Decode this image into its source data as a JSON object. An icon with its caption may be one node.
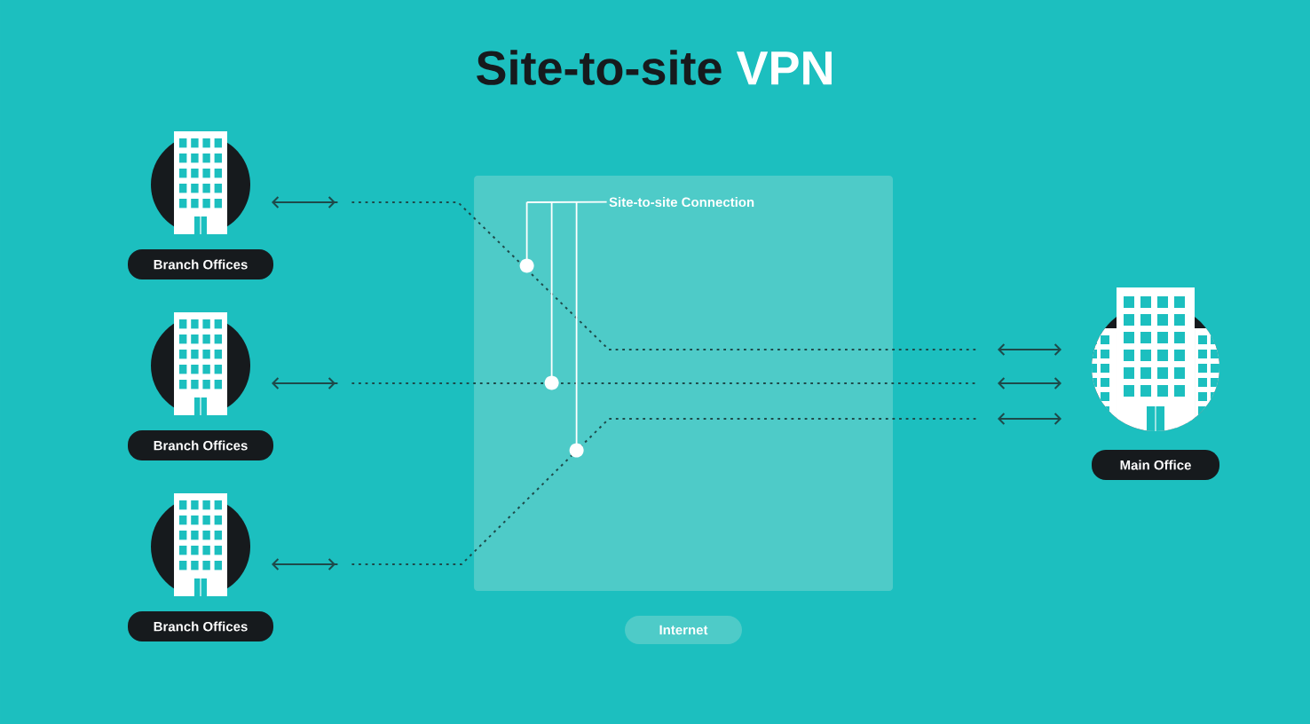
{
  "diagram": {
    "title": "Site-to-site **VPN**",
    "nodes": [
      {
        "text": [],
        "shape": "building"
      },
      {
        "text": [
          "Branch Offices"
        ]
      },
      {
        "text": [],
        "shape": "building"
      },
      {
        "text": [
          "Branch Offices"
        ]
      },
      {
        "text": [],
        "shape": "building"
      },
      {
        "text": [
          "Branch Offices"
        ]
      },
      {
        "text": [
          "Internet"
        ]
      },
      {
        "text": [
          "Site-to-site Connection"
        ],
        "in": 6
      },
      {
        "text": [],
        "shape": "building"
      },
      {
        "text": [
          "Main Office"
        ]
      }
    ],
    "edges": [
      {
        "from": 0,
        "to": 8,
        "arrow": "both",
        "style": "dashed"
      },
      {
        "from": 2,
        "to": 8,
        "arrow": "both",
        "style": "dashed"
      },
      {
        "from": 4,
        "to": 8,
        "arrow": "both",
        "style": "dashed"
      },
      {
        "from": 7,
        "to": null,
        "arrow": "other",
        "color": "#ffffff"
      },
      {
        "from": 7,
        "to": null,
        "arrow": "other",
        "color": "#ffffff"
      },
      {
        "from": 7,
        "to": null,
        "arrow": "other",
        "color": "#ffffff"
      }
    ]
  }
}
